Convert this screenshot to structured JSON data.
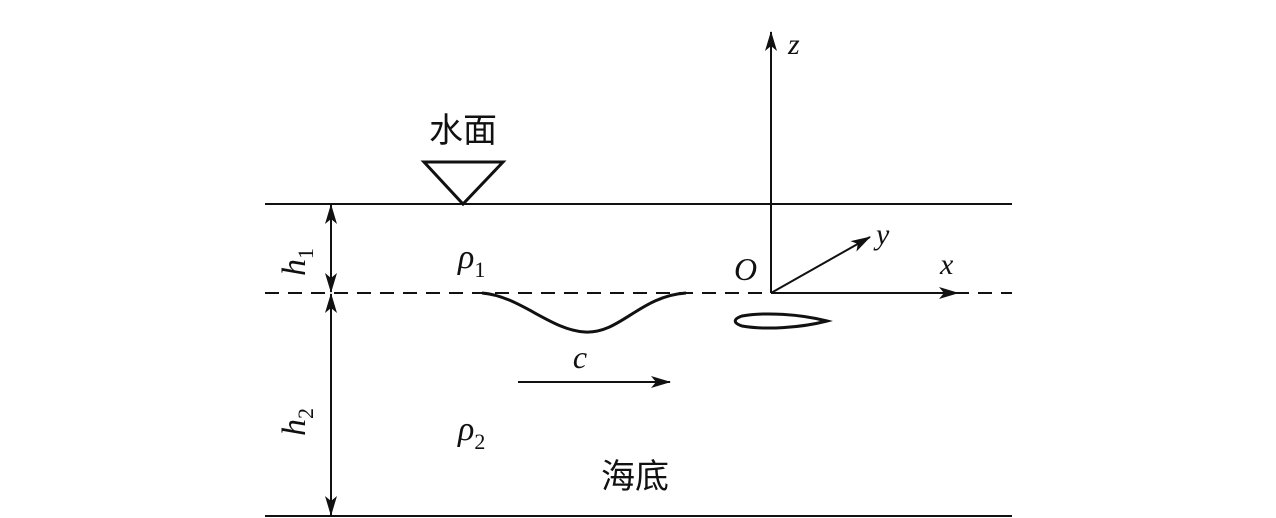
{
  "labels": {
    "water_surface": "水面",
    "seabed": "海底",
    "rho1": "ρ",
    "rho1_sub": "1",
    "rho2": "ρ",
    "rho2_sub": "2",
    "h1": "h",
    "h1_sub": "1",
    "h2": "h",
    "h2_sub": "2",
    "c": "c",
    "origin": "O",
    "axis_x": "x",
    "axis_y": "y",
    "axis_z": "z"
  }
}
